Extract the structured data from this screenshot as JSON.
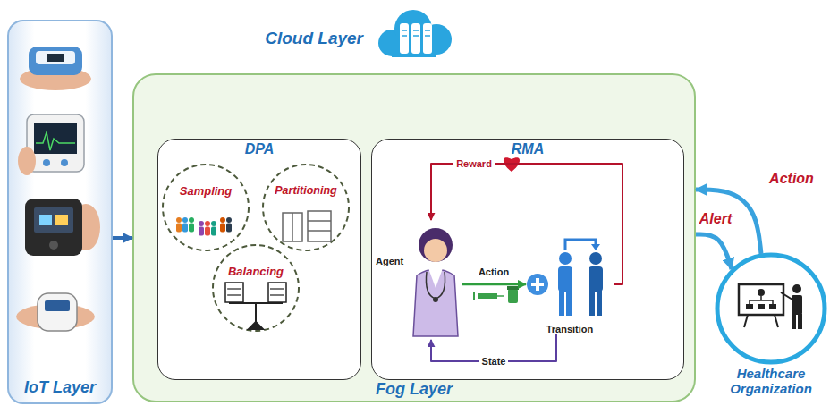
{
  "diagram": {
    "nodes": [
      {
        "text": [
          "Cloud Layer"
        ]
      },
      {
        "text": [
          "IoT Layer"
        ]
      },
      {
        "text": [
          "Fog Layer"
        ]
      },
      {
        "text": [
          "DPA"
        ],
        "in": 2
      },
      {
        "text": [
          "Sampling"
        ],
        "in": 3
      },
      {
        "text": [
          "Partitioning"
        ],
        "in": 3
      },
      {
        "text": [
          "Balancing"
        ],
        "in": 3
      },
      {
        "text": [
          "RMA"
        ],
        "in": 2
      },
      {
        "text": [
          "Agent"
        ],
        "in": 7
      },
      {
        "text": [
          "Transition"
        ],
        "in": 7
      },
      {
        "text": [
          "Healthcare Organization"
        ]
      }
    ],
    "edges": [
      {
        "from": 1,
        "to": 2,
        "arrow": "to"
      },
      {
        "from": 9,
        "to": 8,
        "label": "Reward",
        "arrow": "to"
      },
      {
        "from": 8,
        "to": 9,
        "label": "Action",
        "arrow": "to"
      },
      {
        "from": 9,
        "to": 8,
        "label": "State",
        "arrow": "to"
      },
      {
        "from": 2,
        "to": 10,
        "label": "Alert",
        "arrow": "to"
      },
      {
        "from": 10,
        "to": 2,
        "label": "Action",
        "arrow": "to"
      }
    ]
  }
}
